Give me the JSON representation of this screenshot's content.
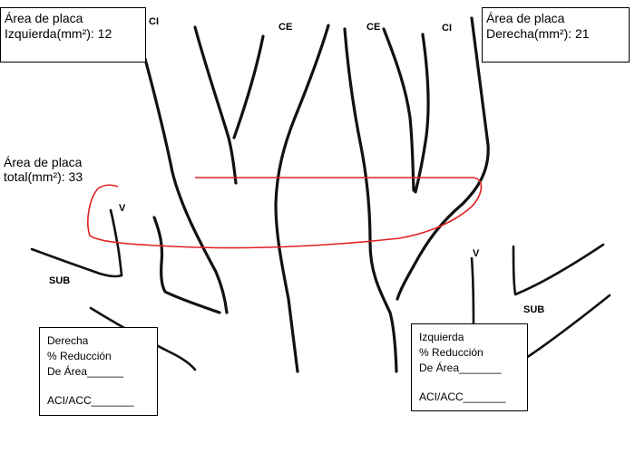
{
  "labels": {
    "ci_left": "CI",
    "ce_left": "CE",
    "ce_right": "CE",
    "ci_right": "CI",
    "v_left": "V",
    "v_right": "V",
    "sub_left": "SUB",
    "sub_right": "SUB"
  },
  "plaque_left": {
    "line1": "Área de placa",
    "line2": "Izquierda(mm²): 12"
  },
  "plaque_right": {
    "line1": "Área de placa",
    "line2": "Derecha(mm²): 21"
  },
  "plaque_total": {
    "line1": "Área de placa",
    "line2": "total(mm²): 33"
  },
  "form_right_side": {
    "line1": "Derecha",
    "line2": "% Reducción",
    "line3": "De Área______",
    "line4": "ACI/ACC_______"
  },
  "form_left_side": {
    "line1": "Izquierda",
    "line2": "% Reducción",
    "line3": "De Área_______",
    "line4": "ACI/ACC_______"
  },
  "colors": {
    "outline": "#e02020",
    "vessel": "#111111"
  }
}
